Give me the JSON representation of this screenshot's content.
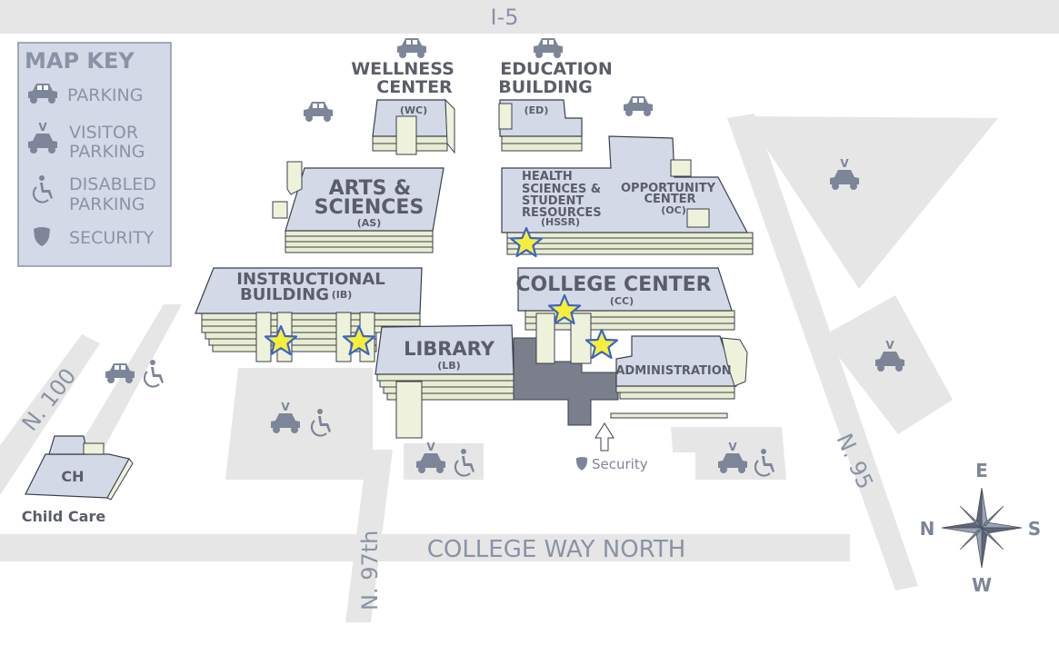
{
  "roads": {
    "i5": "I-5",
    "college_way": "COLLEGE WAY NORTH",
    "n97": "N. 97th",
    "n100": "N. 100",
    "n95": "N. 95"
  },
  "map_key": {
    "title": "MAP KEY",
    "parking": "PARKING",
    "visitor_1": "VISITOR",
    "visitor_2": "PARKING",
    "disabled_1": "DISABLED",
    "disabled_2": "PARKING",
    "security": "SECURITY"
  },
  "buildings": {
    "wellness": {
      "name_1": "WELLNESS",
      "name_2": "CENTER",
      "code": "(WC)"
    },
    "education": {
      "name_1": "EDUCATION",
      "name_2": "BUILDING",
      "code": "(ED)"
    },
    "arts": {
      "name_1": "ARTS &",
      "name_2": "SCIENCES",
      "code": "(AS)"
    },
    "hssr": {
      "name_1": "HEALTH",
      "name_2": "SCIENCES &",
      "name_3": "STUDENT",
      "name_4": "RESOURCES",
      "code": "(HSSR)"
    },
    "opportunity": {
      "name_1": "OPPORTUNITY",
      "name_2": "CENTER",
      "code": "(OC)"
    },
    "instructional": {
      "name_1": "INSTRUCTIONAL",
      "name_2": "BUILDING",
      "code": "(IB)"
    },
    "college_center": {
      "name": "COLLEGE CENTER",
      "code": "(CC)"
    },
    "library": {
      "name": "LIBRARY",
      "code": "(LB)"
    },
    "administration": {
      "name": "ADMINISTRATION"
    },
    "childcare": {
      "code": "CH",
      "label": "Child Care"
    }
  },
  "security_label": "Security",
  "compass": {
    "n": "N",
    "e": "E",
    "s": "S",
    "w": "W"
  },
  "colors": {
    "road": "#e6e6e6",
    "building": "#d4d9e8",
    "icon": "#7d8598",
    "star": "#f5ef3a",
    "star_outline": "#3d63c9",
    "plaza": "#7b7f8c"
  }
}
